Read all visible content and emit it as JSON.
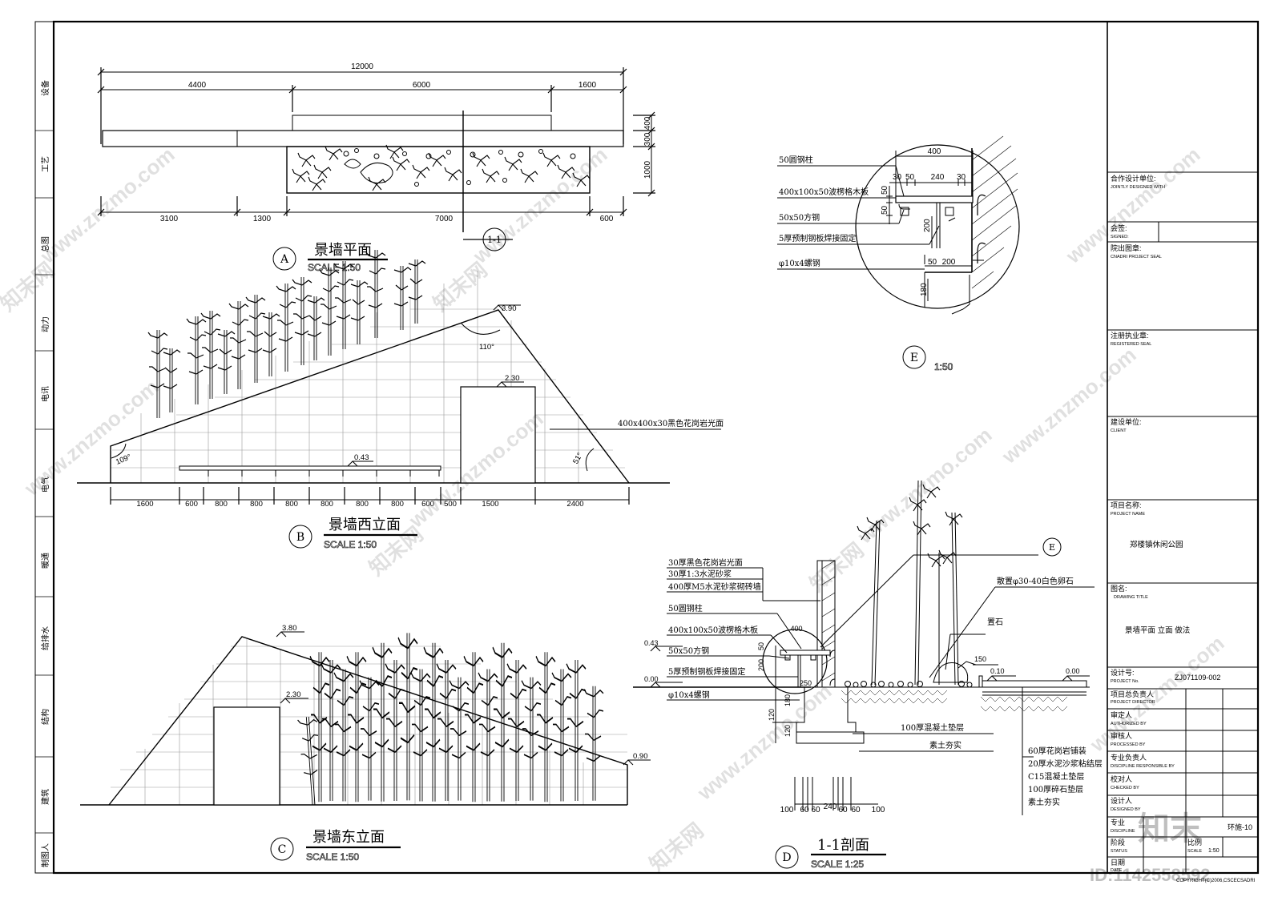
{
  "left_strip": [
    "设备",
    "工艺",
    "总图",
    "动力",
    "电讯",
    "电气",
    "暖通",
    "给排水",
    "结构",
    "建筑",
    "制图人"
  ],
  "views": {
    "A": {
      "label": "A",
      "title": "景墙平面",
      "scale": "SCALE    1:50",
      "top_dims": {
        "total": "12000",
        "d1": "4400",
        "d2": "6000",
        "d3": "1600"
      },
      "bottom_dims": {
        "d1": "3100",
        "d2": "1300",
        "d3": "7000",
        "d4": "600"
      },
      "right_dims": {
        "d1": "400",
        "d2": "300",
        "d3": "1000"
      },
      "section_marker": "1-1"
    },
    "B": {
      "label": "B",
      "title": "景墙西立面",
      "scale": "SCALE    1:50",
      "elev_top": "3.90",
      "elev_door": "2.30",
      "elev_bench": "0.43",
      "angle_top": "110°",
      "angle_left": "109°",
      "angle_right": "51°",
      "material_note": "400x400x30黑色花岗岩光面",
      "dims": [
        "1600",
        "600",
        "800",
        "800",
        "800",
        "800",
        "800",
        "800",
        "600",
        "500",
        "1500",
        "2400"
      ]
    },
    "C": {
      "label": "C",
      "title": "景墙东立面",
      "scale": "SCALE    1:50",
      "elev_top": "3.80",
      "elev_door": "2.30",
      "elev_right": "0.90"
    },
    "D": {
      "label": "D",
      "title": "1-1剖面",
      "scale": "SCALE    1:25",
      "callout": "E",
      "left_notes": [
        "30厚黑色花岗岩光面",
        "30厚1:3水泥砂浆",
        "400厚M5水泥砂浆砌砖墙",
        "50圆钢柱",
        "400x100x50波楞格木板",
        "50x50方钢",
        "5厚预制钢板焊接固定",
        "φ10x4螺钢"
      ],
      "elev_043": "0.43",
      "elev_000": "0.00",
      "elev_010": "0.10",
      "elev_000r": "0.00",
      "right_notes": [
        "散置φ30-40白色卵石",
        "置石"
      ],
      "base_notes": [
        "100厚混凝土垫层",
        "素土夯实"
      ],
      "paving_notes": [
        "60厚花岗岩铺装",
        "20厚水泥沙浆粘结层",
        "C15混凝土垫层",
        "100厚碎石垫层",
        "素土夯实"
      ],
      "dim_400": "400",
      "dim_50": "50",
      "dim_200": "200",
      "dim_250": "250",
      "dim_180": "180",
      "dim_120a": "120",
      "dim_120b": "120",
      "dim_150": "150",
      "bottom_dims": [
        "100",
        "60",
        "60",
        "240",
        "60",
        "60",
        "100"
      ]
    },
    "E": {
      "label": "E",
      "scale": "1:50",
      "notes": [
        "50圆钢柱",
        "400x100x50波楞格木板",
        "50x50方钢",
        "5厚预制钢板焊接固定",
        "φ10x4螺钢"
      ],
      "dims": {
        "w400": "400",
        "d30": "30",
        "d50a": "50",
        "d240": "240",
        "d30b": "30",
        "d50b": "50",
        "d200a": "200",
        "d50c": "50",
        "d50d": "50",
        "d200b": "200",
        "d180": "180"
      }
    }
  },
  "title_block": {
    "jointly_label": "合作设计单位:",
    "jointly_en": "JOINTLY DESIGNED WITH",
    "signed_label": "会签:",
    "signed_en": "SIGNED:",
    "seal_label": "院出图章:",
    "seal_en": "CNADRI PROJECT SEAL",
    "reg_label": "注册执业章:",
    "reg_en": "REGISTERED SEAL",
    "client_label": "建设单位:",
    "client_en": "CLIENT",
    "project_label": "项目名称:",
    "project_en": "PROJECT NAME",
    "project_value": "郑楼镇休闲公园",
    "drawing_label": "图名:",
    "drawing_en": "DRAWING TITLE",
    "drawing_value": "景墙平面 立面 做法",
    "design_no_label": "设计号:",
    "design_no_en": "PROJECT No.",
    "design_no_value": "ZJ071109-002",
    "roles": [
      {
        "cn": "项目总负责人",
        "en": "PROJECT DIRECTOR"
      },
      {
        "cn": "审定人",
        "en": "AUTHORIZED BY"
      },
      {
        "cn": "审核人",
        "en": "PROCESSED BY"
      },
      {
        "cn": "专业负责人",
        "en": "DISCIPLINE RESPONSIBLE BY"
      },
      {
        "cn": "校对人",
        "en": "CHECKED BY"
      },
      {
        "cn": "设计人",
        "en": "DESIGNED BY"
      }
    ],
    "discipline_cn": "专业",
    "discipline_en": "DISCIPLINE",
    "sheet_no": "环施-10",
    "status_cn": "阶段",
    "status_en": "STATUS",
    "scale_cn": "比例",
    "scale_en": "SCALE",
    "scale_value": "1:50",
    "date_cn": "日期",
    "date_en": "DATE",
    "copyright": "COPYRIGHT(C)2006,CSCECSADRI"
  },
  "watermarks": {
    "site": "www.znzmo.com",
    "brand": "知末网",
    "logo": "知末",
    "id": "ID:1142558592"
  }
}
